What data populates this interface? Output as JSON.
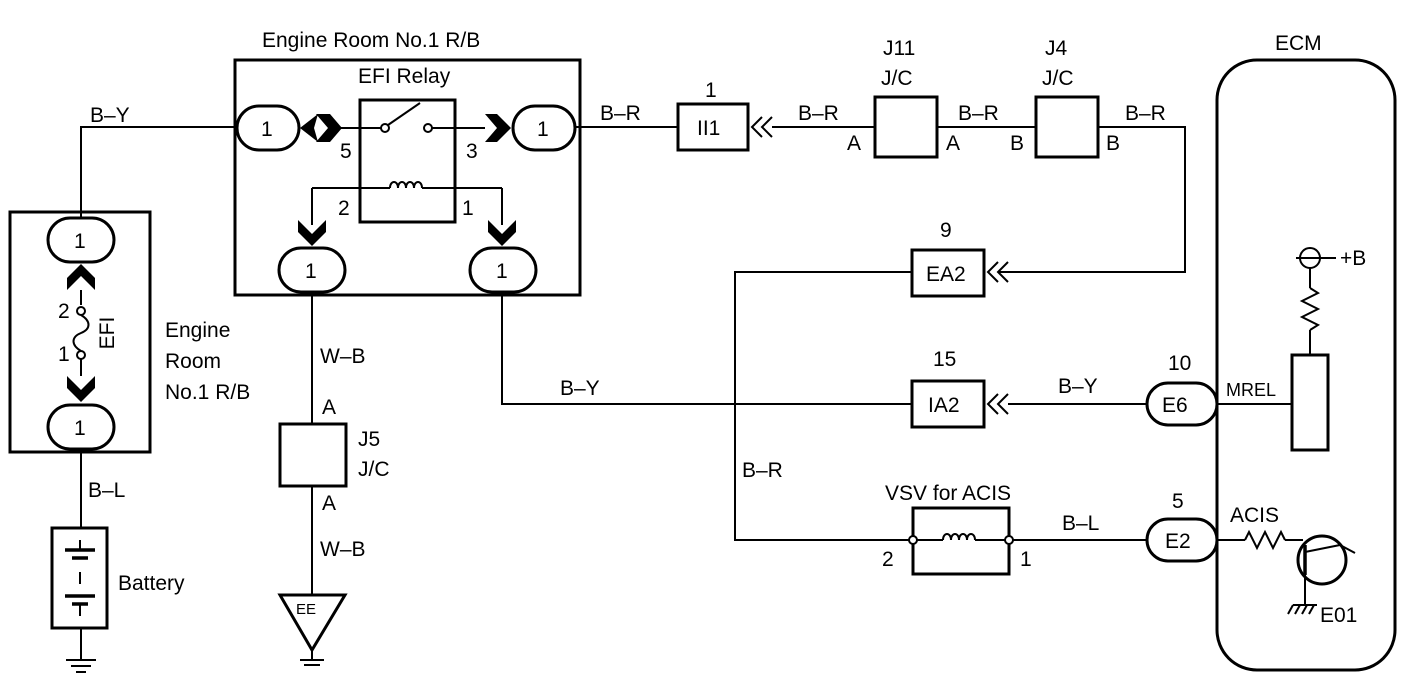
{
  "boxes": {
    "rb_top": "Engine Room No.1 R/B",
    "rb_left_line1": "Engine",
    "rb_left_line2": "Room",
    "rb_left_line3": "No.1 R/B",
    "efi_relay": "EFI Relay",
    "efi_fuse": "EFI",
    "ecm": "ECM",
    "battery": "Battery",
    "vsv": "VSV for ACIS",
    "ground_ee": "EE"
  },
  "wires": {
    "by_left": "B–Y",
    "br_top1": "B–R",
    "br_top2": "B–R",
    "br_top3": "B–R",
    "br_top4": "B–R",
    "wb_upper": "W–B",
    "wb_lower": "W–B",
    "by_mid": "B–Y",
    "by_right": "B–Y",
    "br_mid": "B–R",
    "bl_left": "B–L",
    "bl_right": "B–L"
  },
  "connectors": {
    "ii1": "II1",
    "ii1_pin": "1",
    "ea2": "EA2",
    "ea2_pin": "9",
    "ia2": "IA2",
    "ia2_pin": "15",
    "e6": "E6",
    "e6_pin": "10",
    "e2": "E2",
    "e2_pin": "5",
    "oval_pin": "1"
  },
  "junctions": {
    "j11": "J11",
    "j11_sub": "J/C",
    "j4": "J4",
    "j4_sub": "J/C",
    "j5": "J5",
    "j5_sub": "J/C",
    "j11_left": "A",
    "j11_right": "A",
    "j4_left": "B",
    "j4_right": "B",
    "j5_top": "A",
    "j5_bottom": "A"
  },
  "pins": {
    "relay_5": "5",
    "relay_3": "3",
    "relay_2": "2",
    "relay_1": "1",
    "fuse_2": "2",
    "fuse_1": "1",
    "vsv_2": "2",
    "vsv_1": "1"
  },
  "ecm_labels": {
    "plus_b": "+B",
    "mrel": "MREL",
    "acis": "ACIS",
    "e01": "E01"
  }
}
